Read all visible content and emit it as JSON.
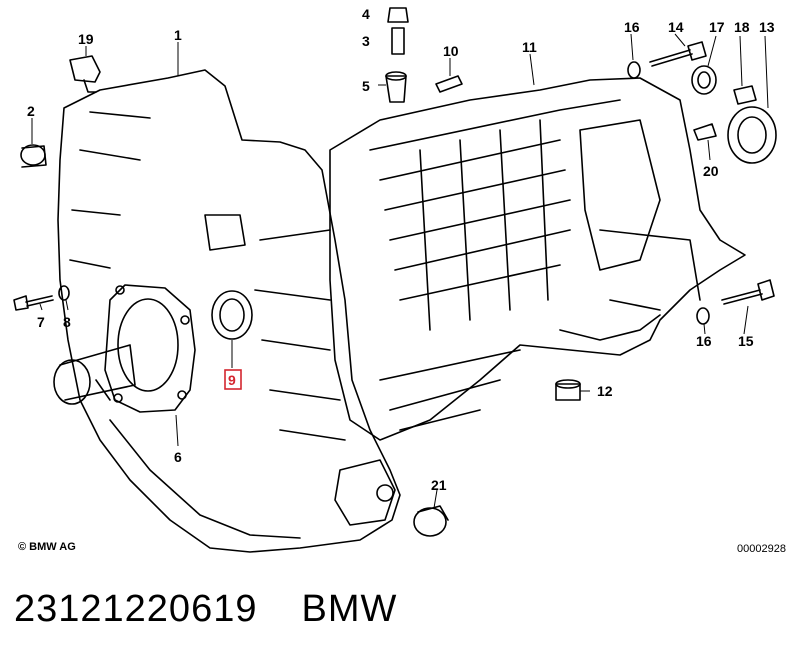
{
  "diagram": {
    "callouts": [
      "1",
      "2",
      "3",
      "4",
      "5",
      "6",
      "7",
      "8",
      "9",
      "10",
      "11",
      "12",
      "13",
      "14",
      "15",
      "16",
      "16",
      "17",
      "18",
      "19",
      "20",
      "21"
    ],
    "highlighted_callout": "9",
    "highlight_color": "#d4262f",
    "line_color": "#000000",
    "copyright": "© BMW AG",
    "document_number": "00002928"
  },
  "footer": {
    "part_number": "23121220619",
    "brand": "BMW"
  }
}
